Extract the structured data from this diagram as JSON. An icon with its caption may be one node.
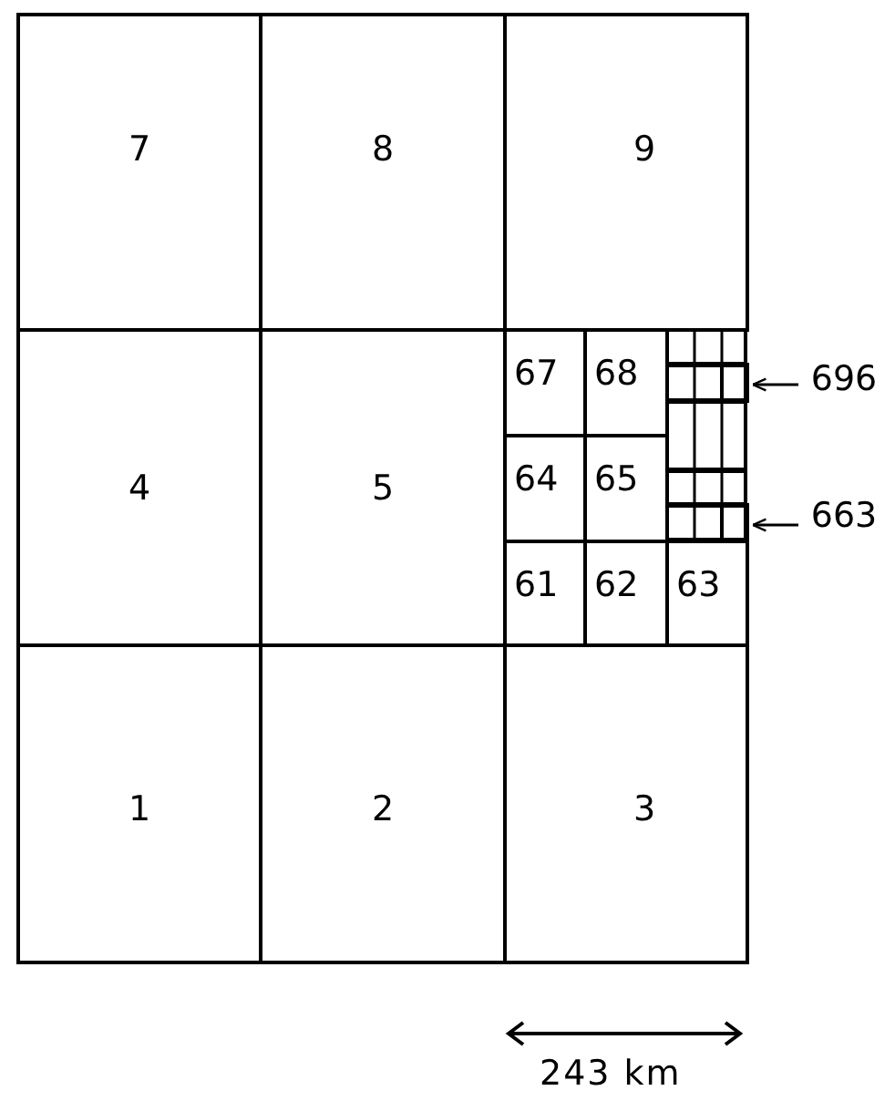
{
  "diagram": {
    "nodes": [
      {
        "text": [
          "7"
        ]
      },
      {
        "text": [
          "8"
        ]
      },
      {
        "text": [
          "9"
        ]
      },
      {
        "text": [
          "4"
        ]
      },
      {
        "text": [
          "5"
        ]
      },
      {
        "text": [
          "67"
        ]
      },
      {
        "text": [
          "68"
        ]
      },
      {
        "text": [
          "696"
        ]
      },
      {
        "text": [],
        "shape": "box"
      },
      {
        "text": [
          "64"
        ]
      },
      {
        "text": [
          "65"
        ]
      },
      {
        "text": [
          "663"
        ]
      },
      {
        "text": [],
        "shape": "box"
      },
      {
        "text": [
          "61"
        ]
      },
      {
        "text": [
          "62"
        ]
      },
      {
        "text": [
          "63"
        ]
      },
      {
        "text": [
          "1"
        ]
      },
      {
        "text": [
          "2"
        ]
      },
      {
        "text": [
          "3"
        ]
      }
    ],
    "edges": [
      {
        "from": 7,
        "to": 8,
        "arrow": "to"
      },
      {
        "from": 11,
        "to": 12,
        "arrow": "to"
      }
    ],
    "labels": [
      "243 km"
    ]
  }
}
